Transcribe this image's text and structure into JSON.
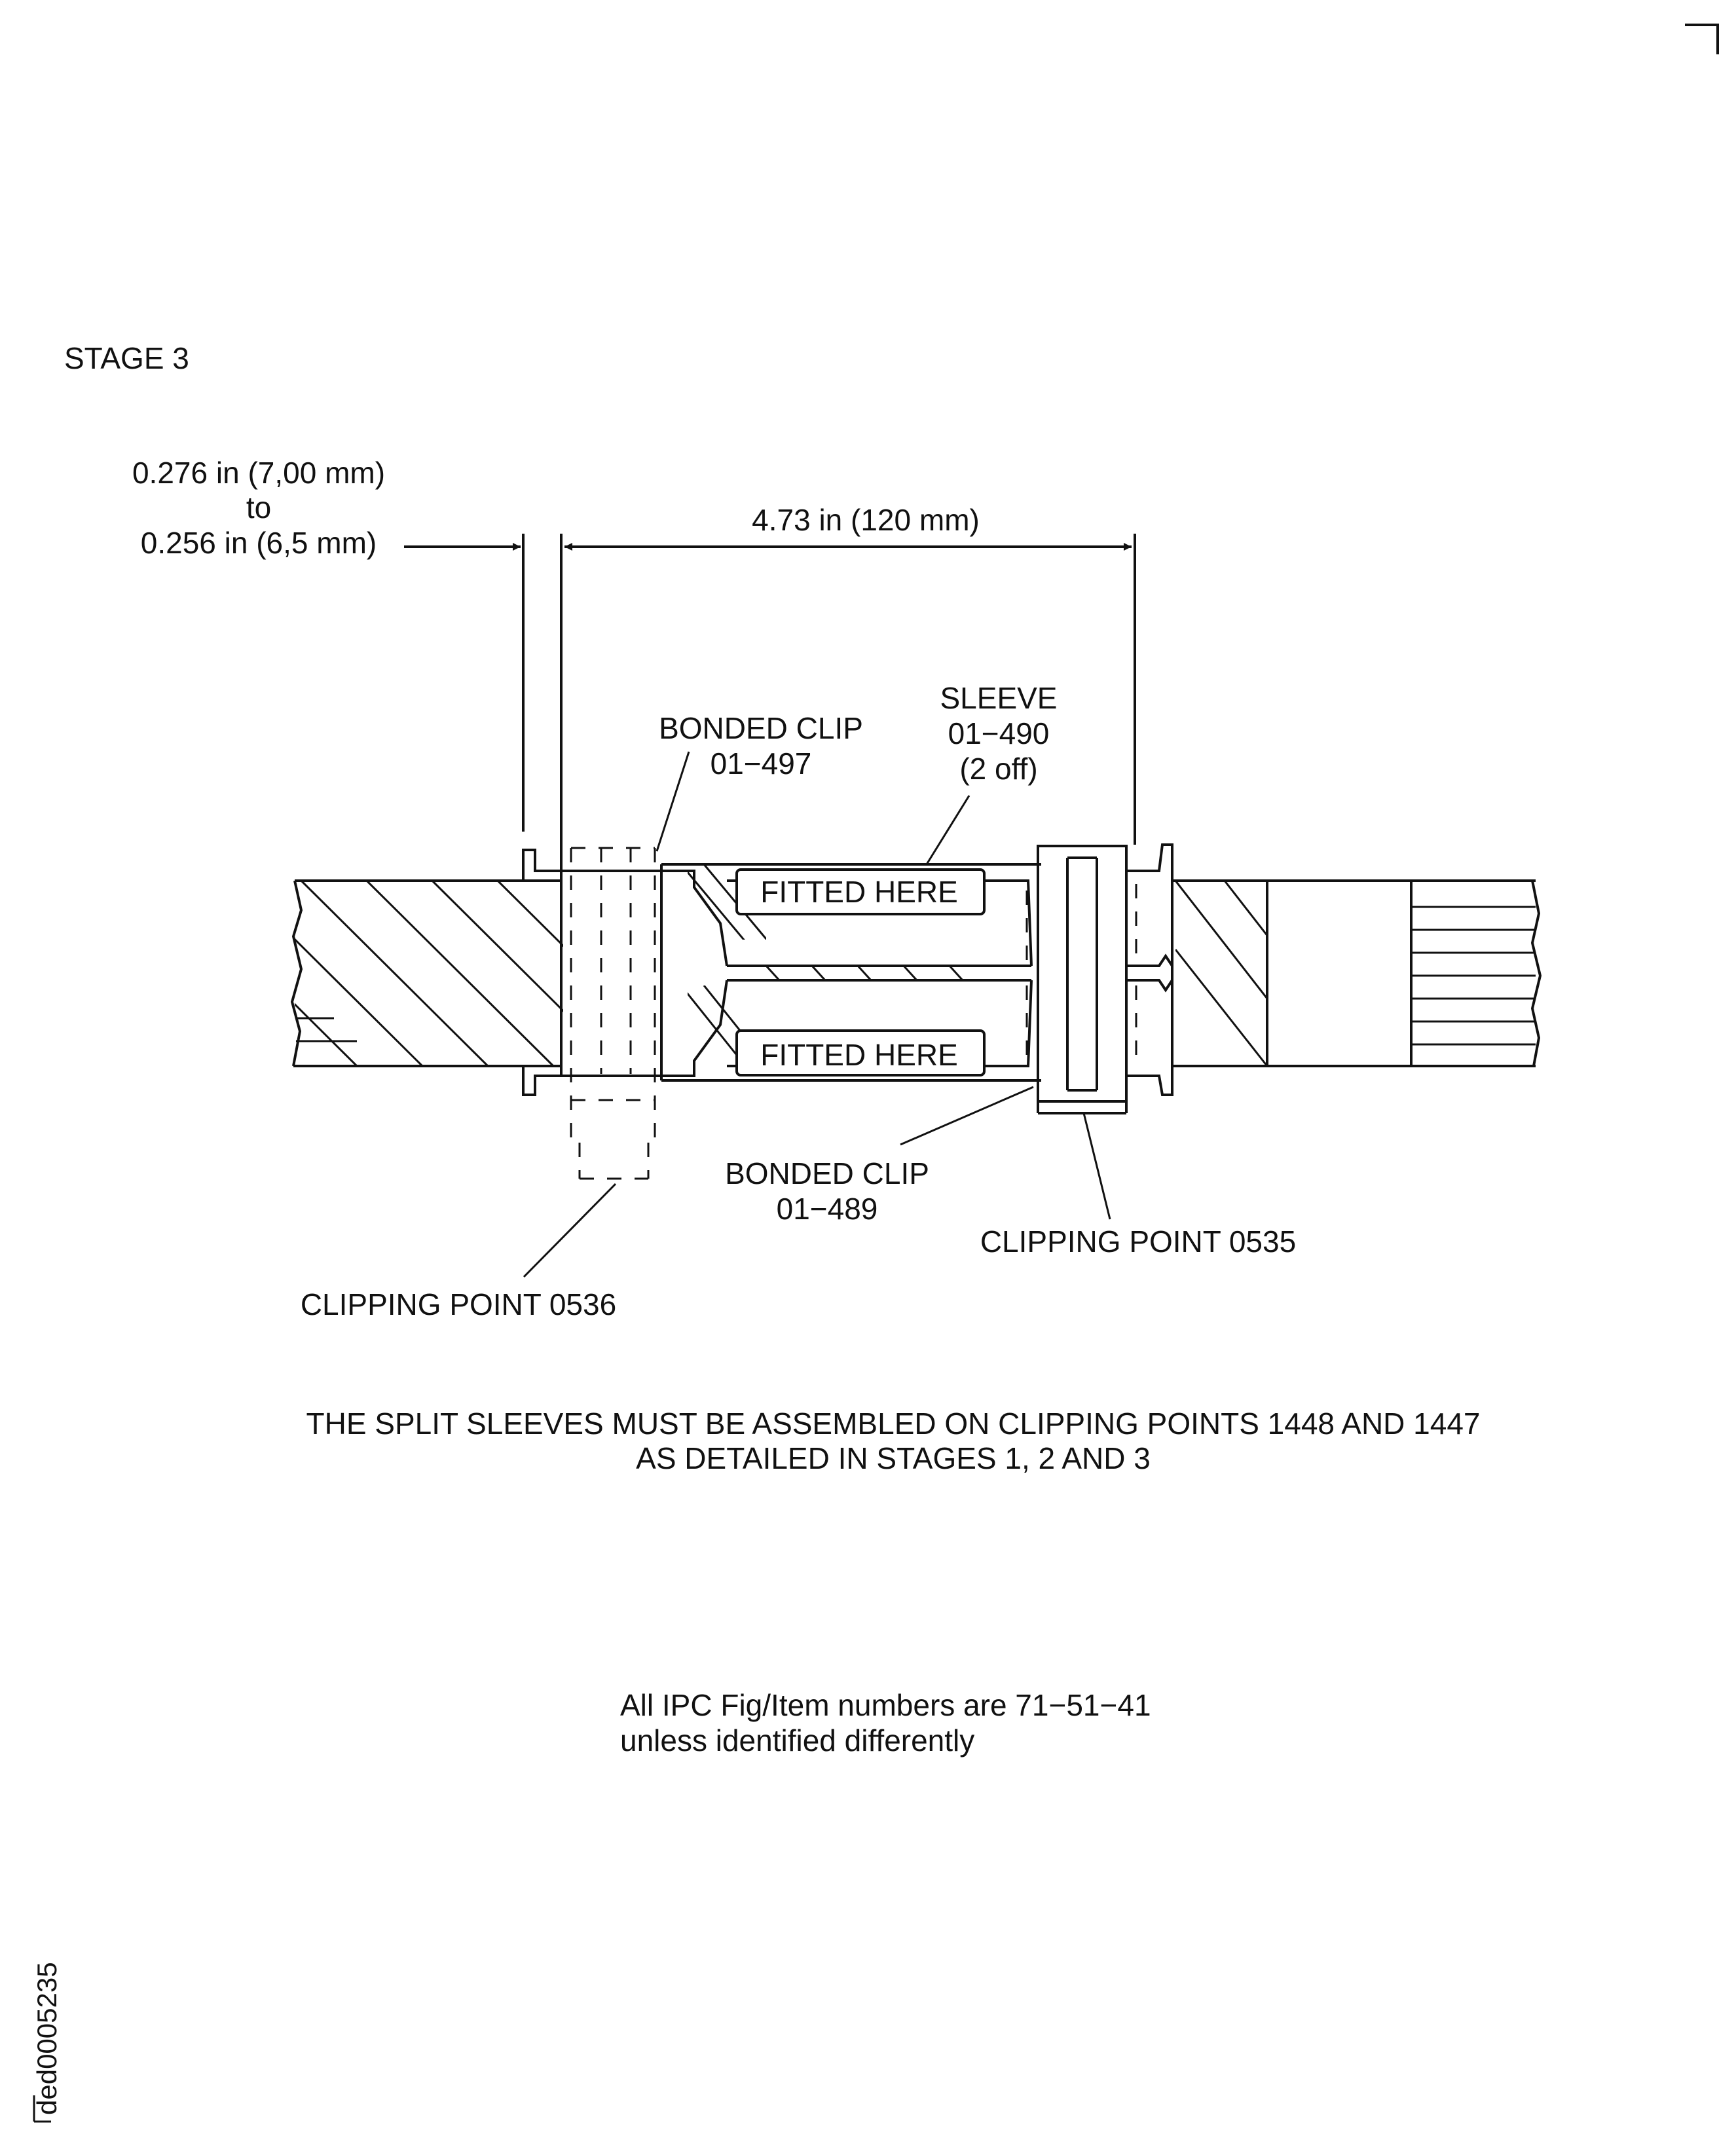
{
  "stage_title": "STAGE 3",
  "dimensions": {
    "gap_line1": "0.276 in (7,00 mm)",
    "gap_line2": "to",
    "gap_line3": "0.256 in (6,5 mm)",
    "span": "4.73 in (120 mm)"
  },
  "callouts": {
    "bonded_clip_top_line1": "BONDED CLIP",
    "bonded_clip_top_line2": "01−497",
    "sleeve_line1": "SLEEVE",
    "sleeve_line2": "01−490",
    "sleeve_line3": "(2 off)",
    "fitted_here_top": "FITTED HERE",
    "fitted_here_bottom": "FITTED HERE",
    "bonded_clip_bottom_line1": "BONDED CLIP",
    "bonded_clip_bottom_line2": "01−489",
    "clipping_point_right": "CLIPPING POINT 0535",
    "clipping_point_left": "CLIPPING POINT 0536"
  },
  "notes": {
    "instruction_line1": "THE SPLIT SLEEVES MUST BE ASSEMBLED ON CLIPPING POINTS 1448 AND 1447",
    "instruction_line2": "AS DETAILED IN STAGES 1, 2 AND 3",
    "ipc_line1": "All IPC Fig/Item numbers are 71−51−41",
    "ipc_line2": "unless identified differently"
  },
  "drawing_id": "ded0005235"
}
